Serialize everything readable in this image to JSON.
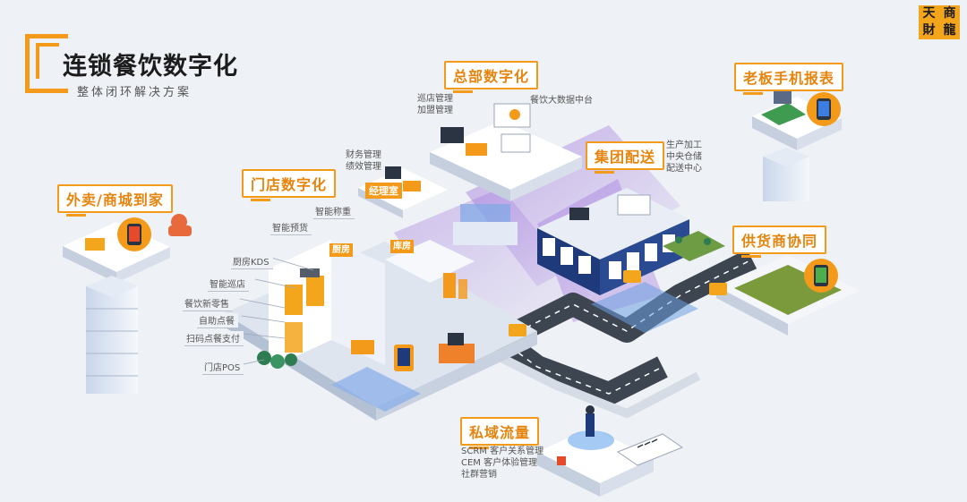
{
  "logo": {
    "chars": [
      "天",
      "商",
      "財",
      "龍"
    ]
  },
  "title": {
    "main": "连锁餐饮数字化",
    "sub": "整体闭环解决方案"
  },
  "sections": {
    "hq": {
      "label": "总部数字化",
      "notes_left": [
        "巡店管理",
        "加盟管理"
      ],
      "note_right": "餐饮大数据中台"
    },
    "store": {
      "label": "门店数字化",
      "notes": [
        "财务管理",
        "绩效管理"
      ],
      "badge": "经理室",
      "kitchen_sign": "厨房",
      "warehouse_sign": "库房"
    },
    "delivery": {
      "label": "外卖/商城到家"
    },
    "boss": {
      "label": "老板手机报表"
    },
    "group": {
      "label": "集团配送",
      "notes": [
        "生产加工",
        "中央仓储",
        "配送中心"
      ]
    },
    "supplier": {
      "label": "供货商协同"
    },
    "private": {
      "label": "私域流量",
      "notes": [
        "SCRM 客户关系管理",
        "CEM 客户体验管理",
        "社群营销"
      ]
    }
  },
  "store_tags": [
    "智能称重",
    "智能预货",
    "厨房KDS",
    "智能巡店",
    "餐饮新零售",
    "自助点餐",
    "扫码点餐支付",
    "门店POS"
  ],
  "colors": {
    "accent": "#f39a1b",
    "navy": "#1e3a7a",
    "purple": "#7a4fc4",
    "road": "#3d4550"
  }
}
